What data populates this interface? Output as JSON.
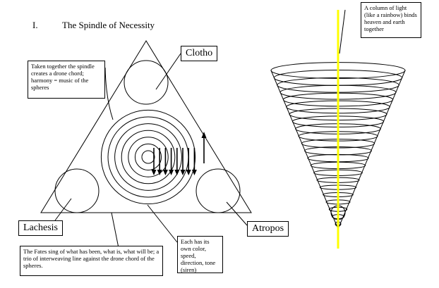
{
  "heading": {
    "number": "I.",
    "title": "The Spindle of Necessity"
  },
  "fates": {
    "clotho": "Clotho",
    "lachesis": "Lachesis",
    "atropos": "Atropos"
  },
  "notes": {
    "drone_chord": "Taken together the spindle creates a drone chord; harmony = music of the spheres",
    "each_has_own": "Each has its own color, speed, direction, tone (siren)",
    "fates_sing": "The Fates sing of what has been, what is, what will be; a trio of interweaving line against the drone chord of the spheres.",
    "column_of_light": "A column of light (like a rainbow) binds heaven and earth together"
  },
  "colors": {
    "line": "#000000",
    "column_of_light": "#ffff00",
    "background": "#ffffff"
  },
  "diagram": {
    "concentric_rings": 7,
    "down_arrows": 8,
    "spindle_whorls": 22
  }
}
